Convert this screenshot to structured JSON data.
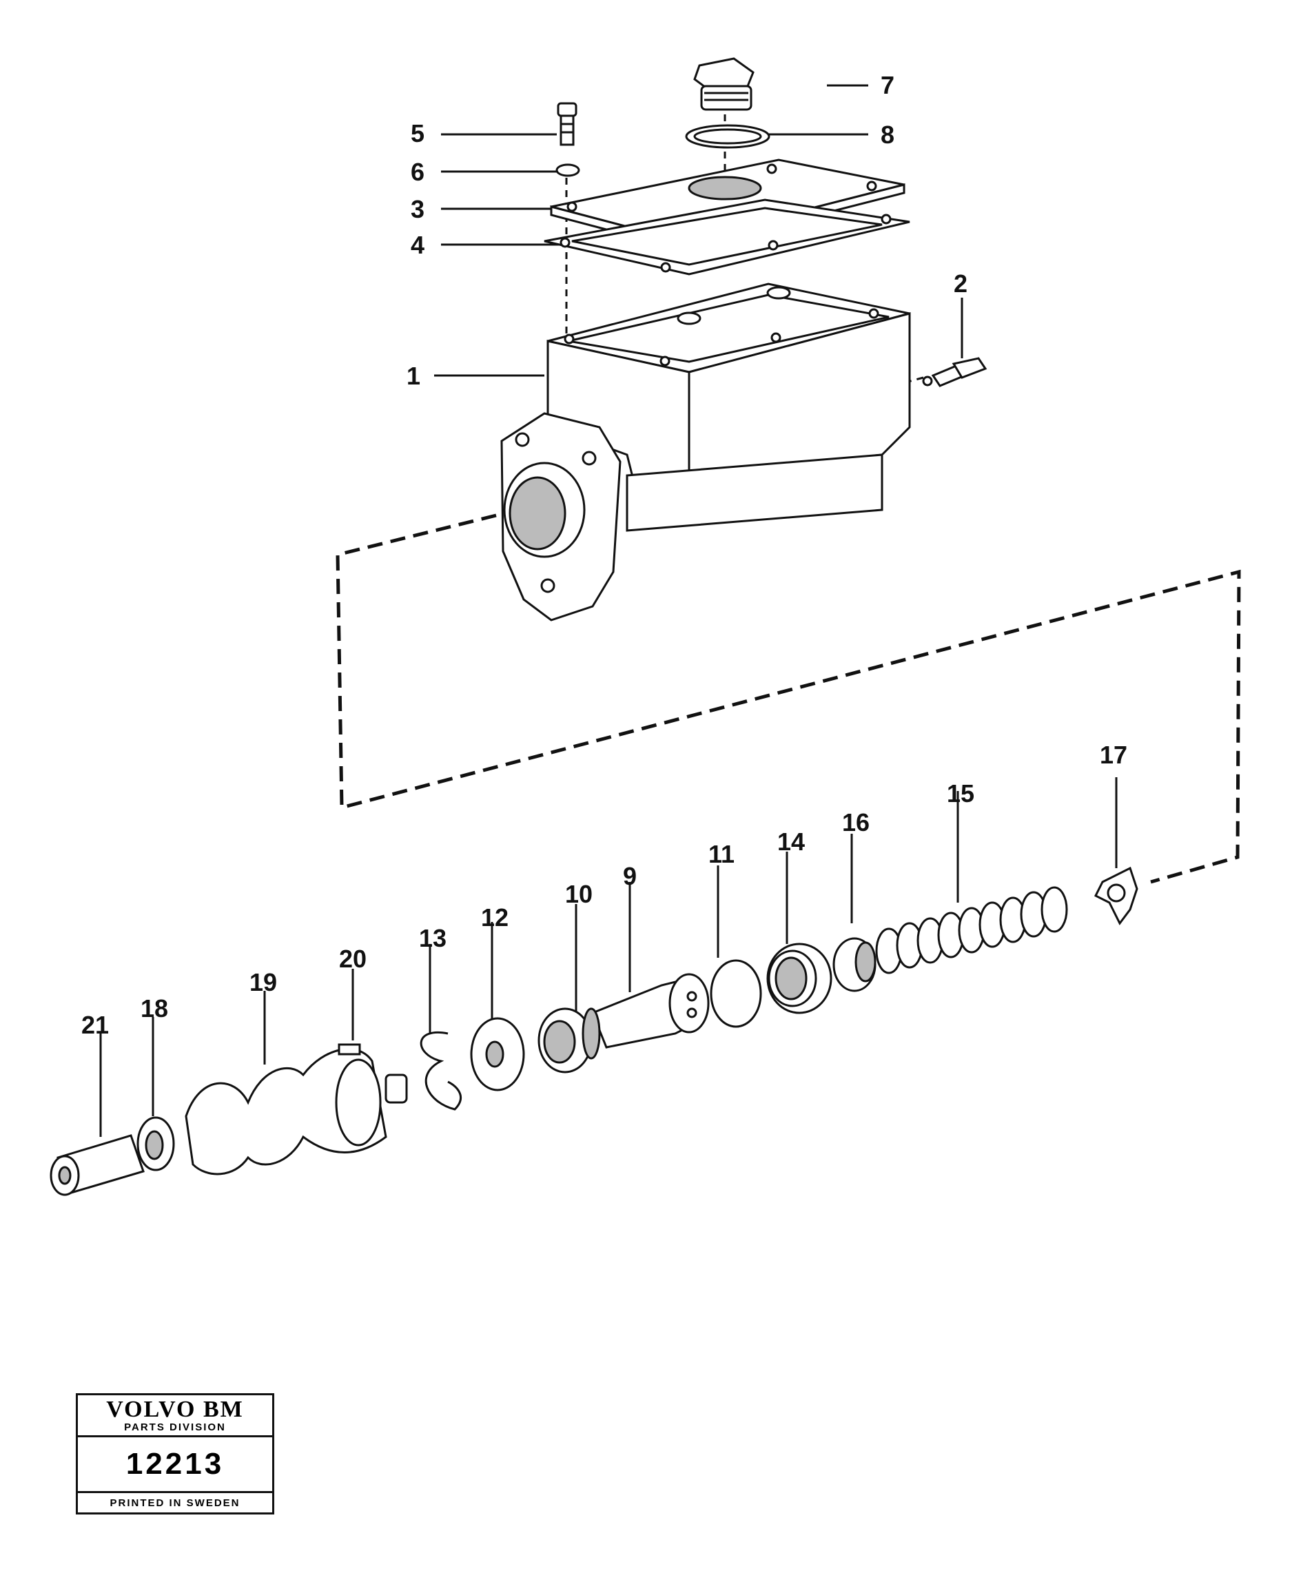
{
  "callouts": {
    "c1": "1",
    "c2": "2",
    "c3": "3",
    "c4": "4",
    "c5": "5",
    "c6": "6",
    "c7": "7",
    "c8": "8",
    "c9": "9",
    "c10": "10",
    "c11": "11",
    "c12": "12",
    "c13": "13",
    "c14": "14",
    "c15": "15",
    "c16": "16",
    "c17": "17",
    "c18": "18",
    "c19": "19",
    "c20": "20",
    "c21": "21"
  },
  "title_block": {
    "brand": "VOLVO BM",
    "division": "PARTS DIVISION",
    "number": "12213",
    "printed": "PRINTED IN SWEDEN"
  }
}
